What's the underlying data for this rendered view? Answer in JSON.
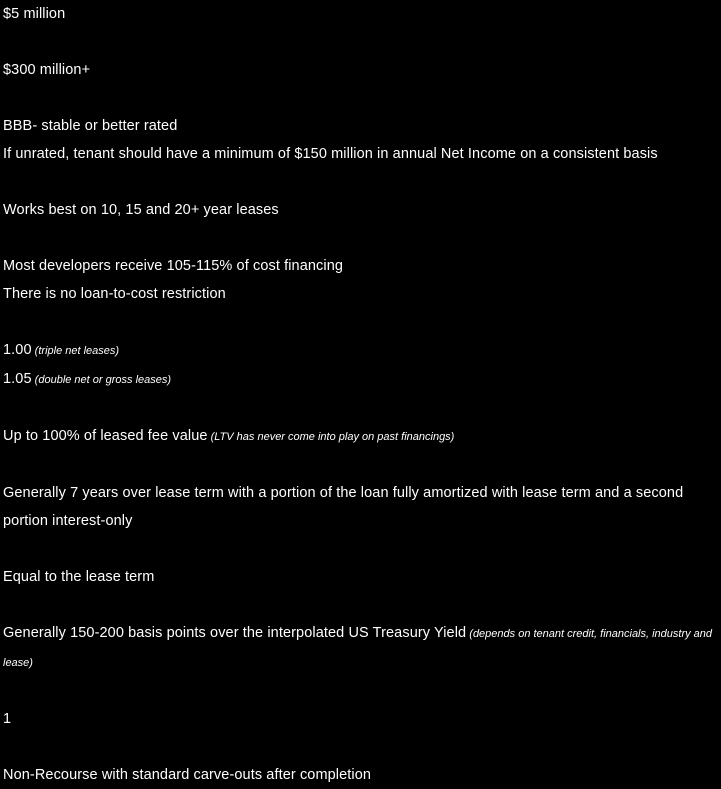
{
  "page": {
    "background_color": "#000000",
    "text_color": "#ffffff"
  },
  "terms_sheet": {
    "rows": [
      {
        "lines": [
          {
            "text": "$5 million"
          }
        ]
      },
      {
        "lines": [
          {
            "text": "$300 million+"
          }
        ]
      },
      {
        "lines": [
          {
            "text": "BBB- stable or better rated"
          },
          {
            "text": "If unrated, tenant should have a minimum of $150 million in annual Net Income on a consistent basis"
          }
        ]
      },
      {
        "lines": [
          {
            "text": "Works best on 10, 15 and 20+ year leases"
          }
        ]
      },
      {
        "lines": [
          {
            "text": "Most developers receive 105-115% of cost financing"
          },
          {
            "text": "There is no loan-to-cost restriction"
          }
        ]
      },
      {
        "lines": [
          {
            "text": "1.00",
            "note": "(triple net leases)"
          },
          {
            "text": "1.05",
            "note": "(double net or gross leases)"
          }
        ]
      },
      {
        "lines": [
          {
            "text": "Up to 100% of leased fee value",
            "note": "(LTV has never come into play on past financings)"
          }
        ]
      },
      {
        "lines": [
          {
            "text": "Generally 7 years over lease term with a portion of the loan fully amortized with lease term and a second portion interest-only"
          }
        ]
      },
      {
        "lines": [
          {
            "text": "Equal to the lease term"
          }
        ]
      },
      {
        "lines": [
          {
            "text": "Generally 150-200 basis points over the interpolated US Treasury Yield",
            "note": "(depends on tenant credit, financials, industry and lease)"
          }
        ]
      },
      {
        "lines": [
          {
            "text": "1"
          }
        ]
      },
      {
        "lines": [
          {
            "text": "Non-Recourse with standard carve-outs after completion"
          }
        ]
      }
    ]
  }
}
